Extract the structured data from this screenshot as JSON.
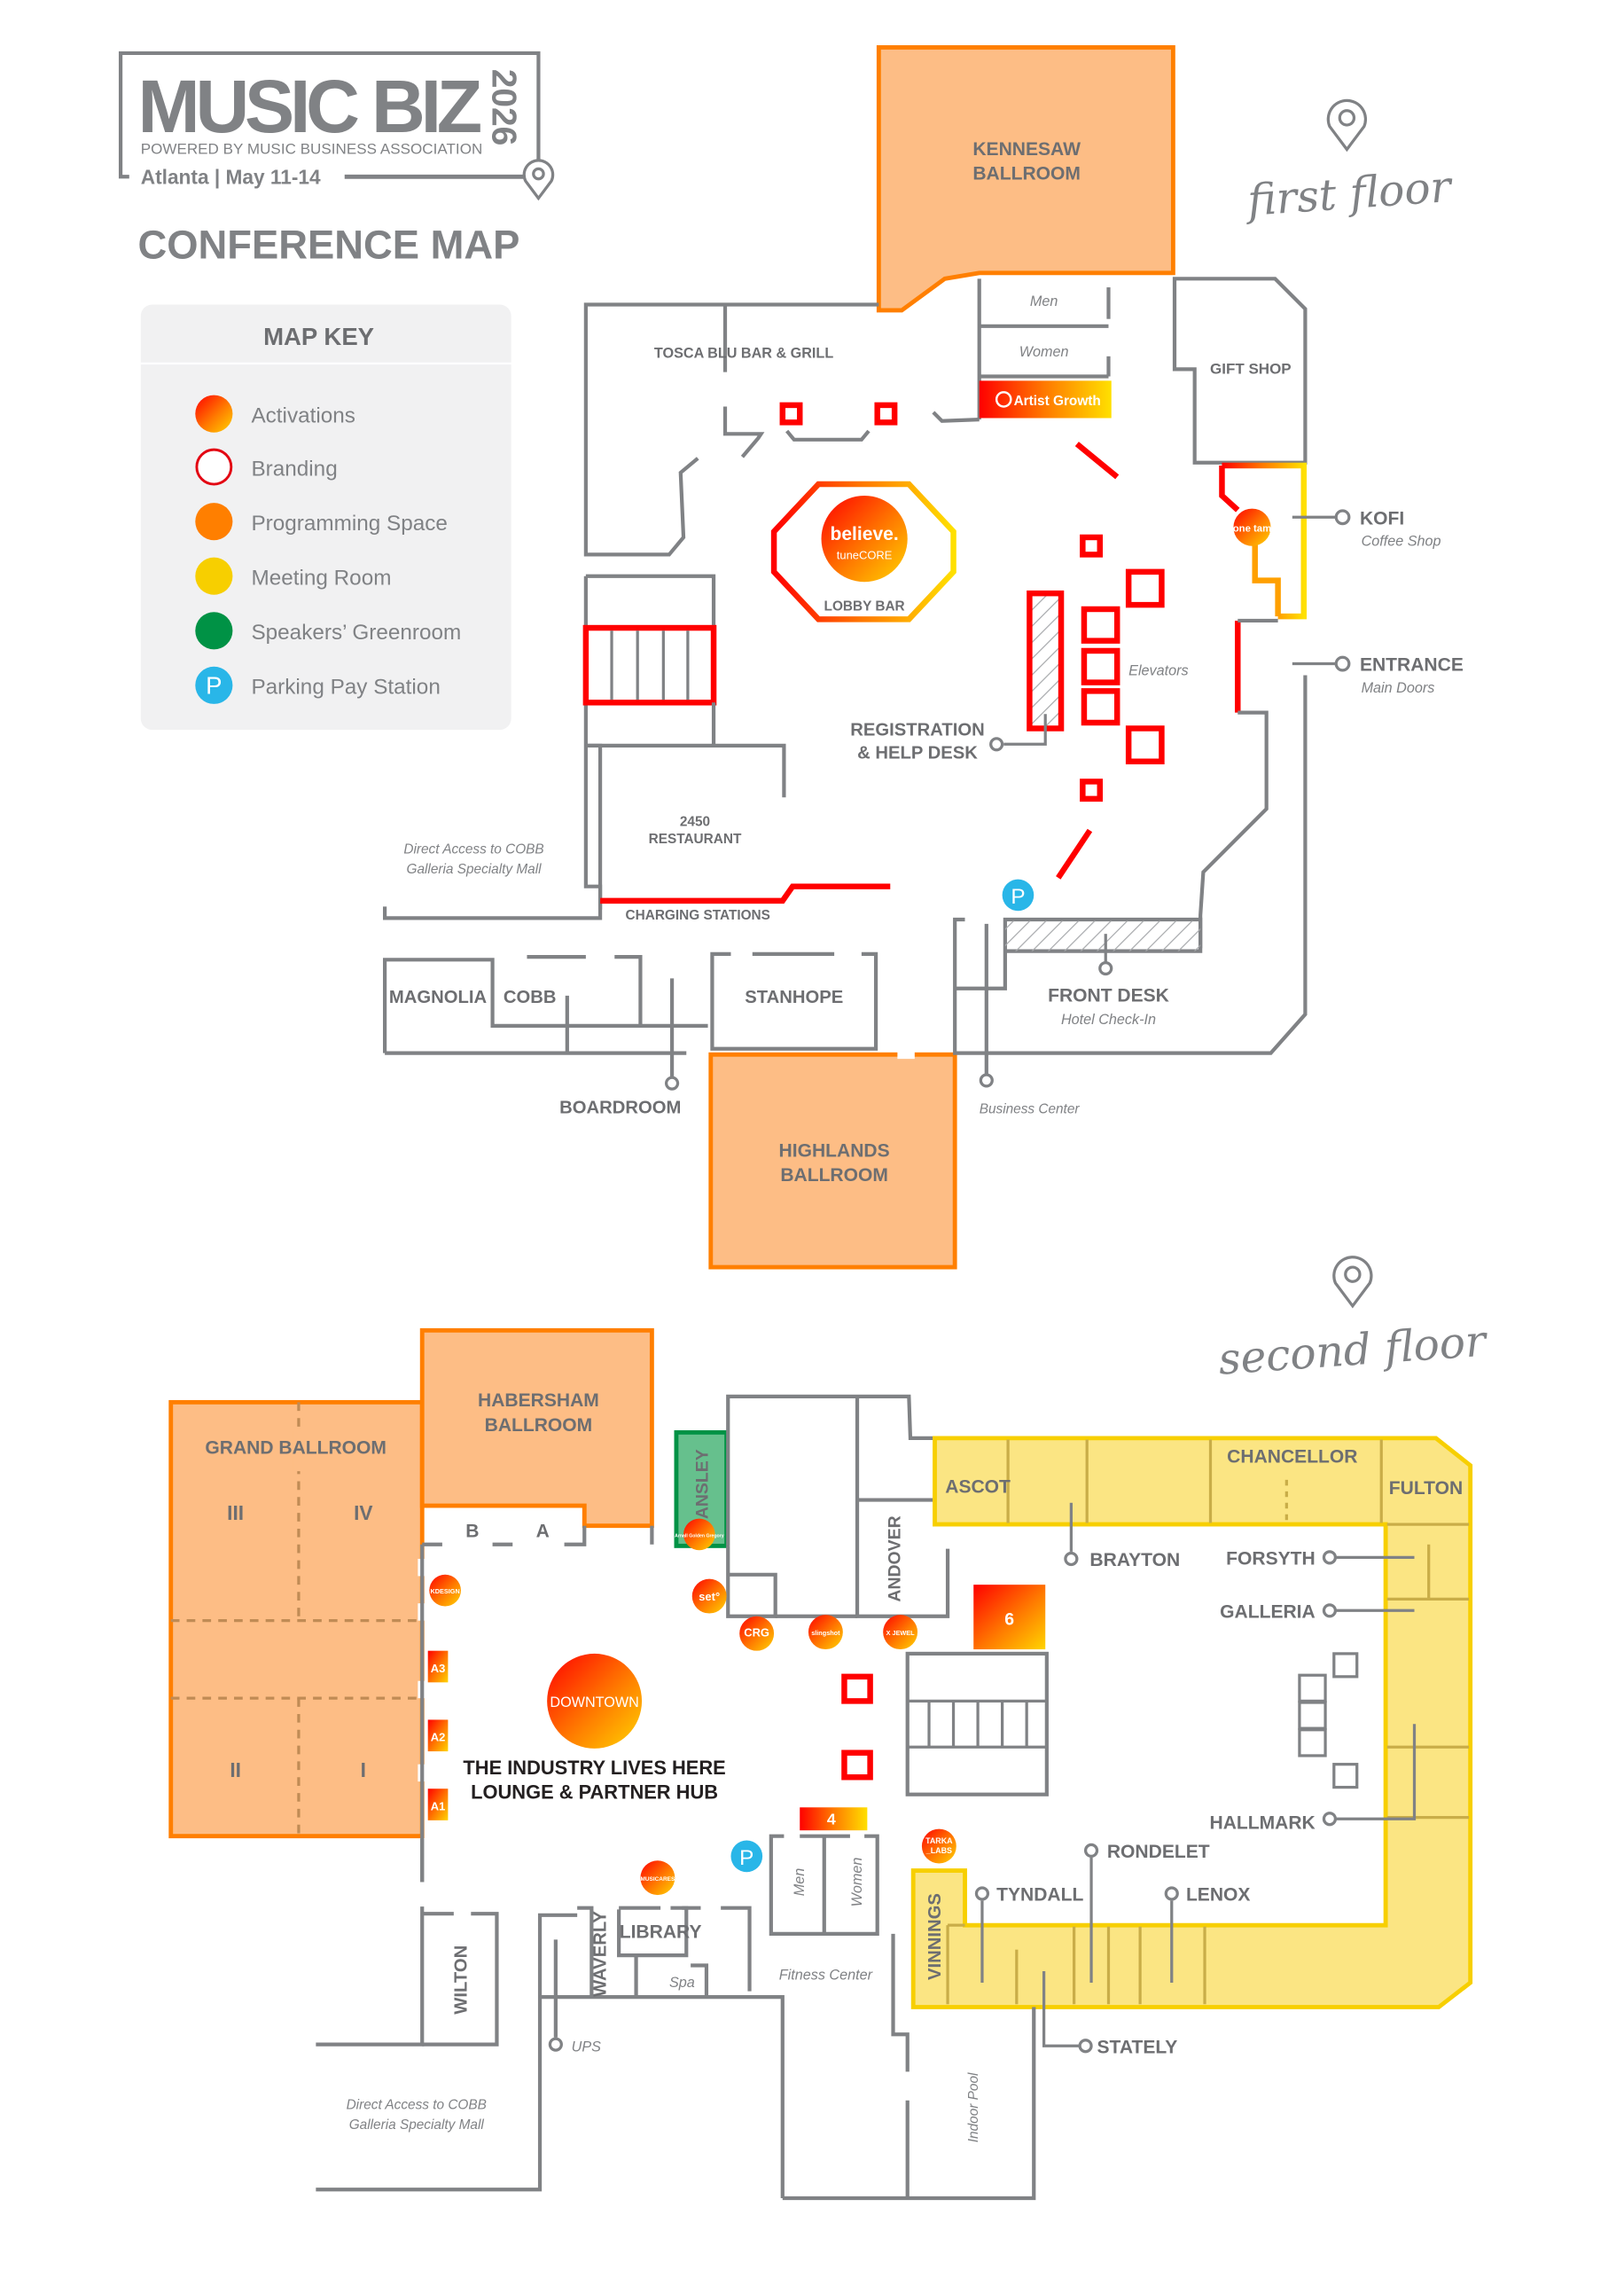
{
  "header": {
    "brand": "MUSIC BIZ",
    "year": "2026",
    "powered_by": "POWERED BY MUSIC BUSINESS ASSOCIATION",
    "location_dates": "Atlanta | May 11-14",
    "title": "CONFERENCE MAP"
  },
  "map_key": {
    "title": "MAP KEY",
    "items": [
      {
        "label": "Activations",
        "icon": "activation-gradient-dot",
        "color": "#ff0000",
        "color2": "#ffd400"
      },
      {
        "label": "Branding",
        "icon": "branding-ring",
        "color": "#e30613"
      },
      {
        "label": "Programming Space",
        "icon": "programming-dot",
        "color": "#ff7f00"
      },
      {
        "label": "Meeting Room",
        "icon": "meeting-dot",
        "color": "#f7cf00"
      },
      {
        "label": "Speakers’ Greenroom",
        "icon": "greenroom-dot",
        "color": "#009245"
      },
      {
        "label": "Parking Pay Station",
        "icon": "parking-icon",
        "color": "#29b6e8",
        "glyph": "P"
      }
    ]
  },
  "first_floor": {
    "heading": "first floor",
    "rooms": {
      "kennesaw": [
        "KENNESAW",
        "BALLROOM"
      ],
      "tosca": "TOSCA BLU BAR & GRILL",
      "men": "Men",
      "women": "Women",
      "artist_growth": "Artist Growth",
      "gift_shop": "GIFT SHOP",
      "kofi": "KOFI",
      "kofi_sub": "Coffee Shop",
      "onetam": "one tam",
      "entrance": "ENTRANCE",
      "entrance_sub": "Main Doors",
      "believe": "believe.",
      "tunecore": "tuneCORE",
      "lobby_bar": "LOBBY BAR",
      "elevators": "Elevators",
      "registration": [
        "REGISTRATION",
        "& HELP DESK"
      ],
      "restaurant": [
        "2450",
        "RESTAURANT"
      ],
      "direct_access": [
        "Direct Access to COBB",
        "Galleria Specialty Mall"
      ],
      "charging": "CHARGING STATIONS",
      "magnolia": "MAGNOLIA",
      "cobb": "COBB",
      "stanhope": "STANHOPE",
      "boardroom": "BOARDROOM",
      "front_desk": "FRONT DESK",
      "front_desk_sub": "Hotel Check-In",
      "business_center": "Business Center",
      "highlands": [
        "HIGHLANDS",
        "BALLROOM"
      ],
      "parking": "P"
    }
  },
  "second_floor": {
    "heading": "second floor",
    "rooms": {
      "grand_ballroom": "GRAND BALLROOM",
      "sections": [
        "III",
        "IV",
        "II",
        "I"
      ],
      "habersham": [
        "HABERSHAM",
        "BALLROOM"
      ],
      "b": "B",
      "a": "A",
      "ansley": "ANSLEY",
      "andover": "ANDOVER",
      "ascot": "ASCOT",
      "chancellor": "CHANCELLOR",
      "fulton": "FULTON",
      "brayton": "BRAYTON",
      "forsyth": "FORSYTH",
      "galleria": "GALLERIA",
      "hallmark": "HALLMARK",
      "rondelet": "RONDELET",
      "tyndall": "TYNDALL",
      "lenox": "LENOX",
      "stately": "STATELY",
      "vinnings": "VINNINGS",
      "downtown": "DOWNTOWN",
      "hub": [
        "THE INDUSTRY LIVES HERE",
        "LOUNGE & PARTNER HUB"
      ],
      "booth_6": "6",
      "booth_4": "4",
      "a1": "A1",
      "a2": "A2",
      "a3": "A3",
      "wilton": "WILTON",
      "waverly": "WAVERLY",
      "library": "LIBRARY",
      "spa": "Spa",
      "ups": "UPS",
      "men": "Men",
      "women": "Women",
      "fitness": "Fitness Center",
      "indoor_pool": "Indoor Pool",
      "direct_access": [
        "Direct Access to COBB",
        "Galleria Specialty Mall"
      ],
      "parking": "P",
      "activations": {
        "kdesign": "KDESIGN",
        "agg": "Arnall Golden Gregory",
        "set": "set°",
        "crg": "CRG",
        "slingshot": "slingshot",
        "jewel": "X JEWEL",
        "musicares": "MUSICARES",
        "tarka": [
          "TARKA",
          "_LABS"
        ]
      }
    }
  }
}
